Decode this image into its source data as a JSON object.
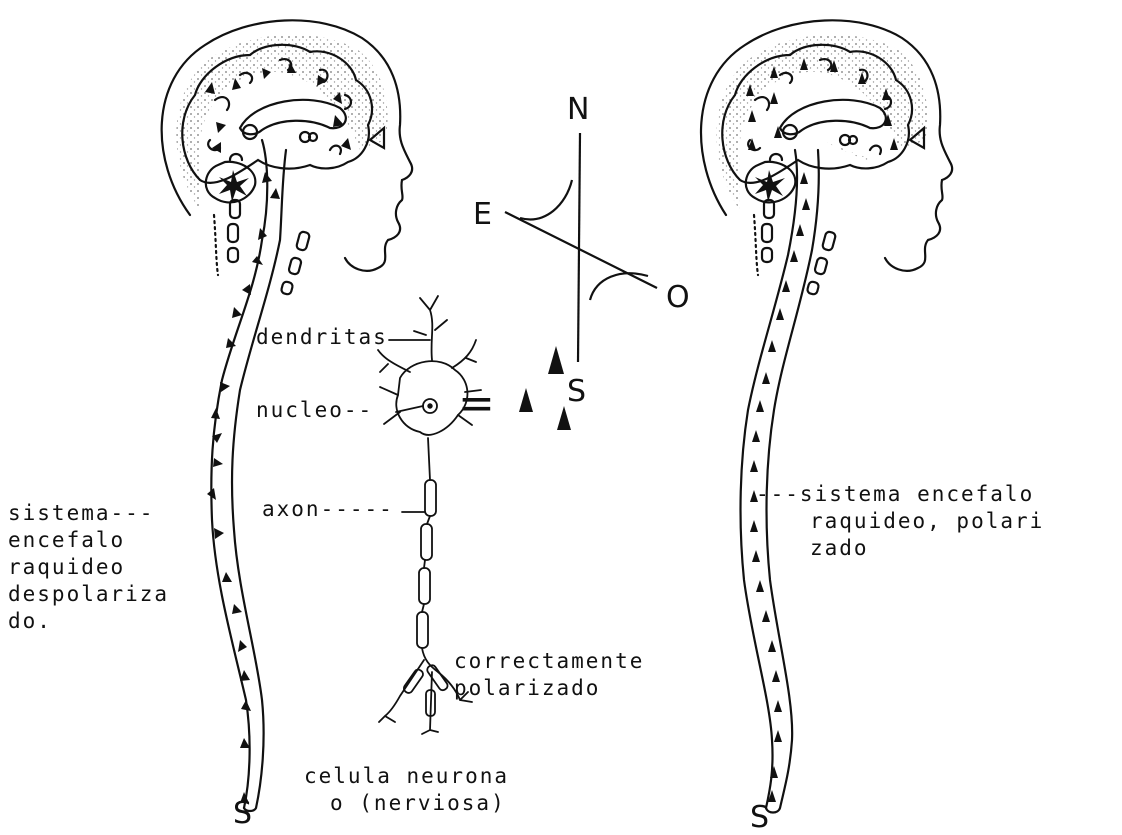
{
  "compass": {
    "north": "N",
    "south": "S",
    "east": "E",
    "west": "O"
  },
  "left_figure": {
    "label_lines": [
      "sistema---",
      "encefalo",
      "raquideo",
      "despolariza",
      "do."
    ],
    "bottom_letter": "S"
  },
  "right_figure": {
    "label_lines": [
      "---sistema encefalo",
      "raquideo, polari",
      "zado"
    ],
    "bottom_letter": "S"
  },
  "neuron": {
    "dendrites_label": "dendritas",
    "nucleus_label": "nucleo--",
    "axon_label": "axon-----",
    "equals_sign": "=",
    "polarized_label": [
      "correctamente",
      "polarizado"
    ],
    "caption": [
      "celula neurona",
      "o (nerviosa)"
    ]
  },
  "colors": {
    "ink": "#111111",
    "stipple": "#888888",
    "paper": "#ffffff"
  }
}
